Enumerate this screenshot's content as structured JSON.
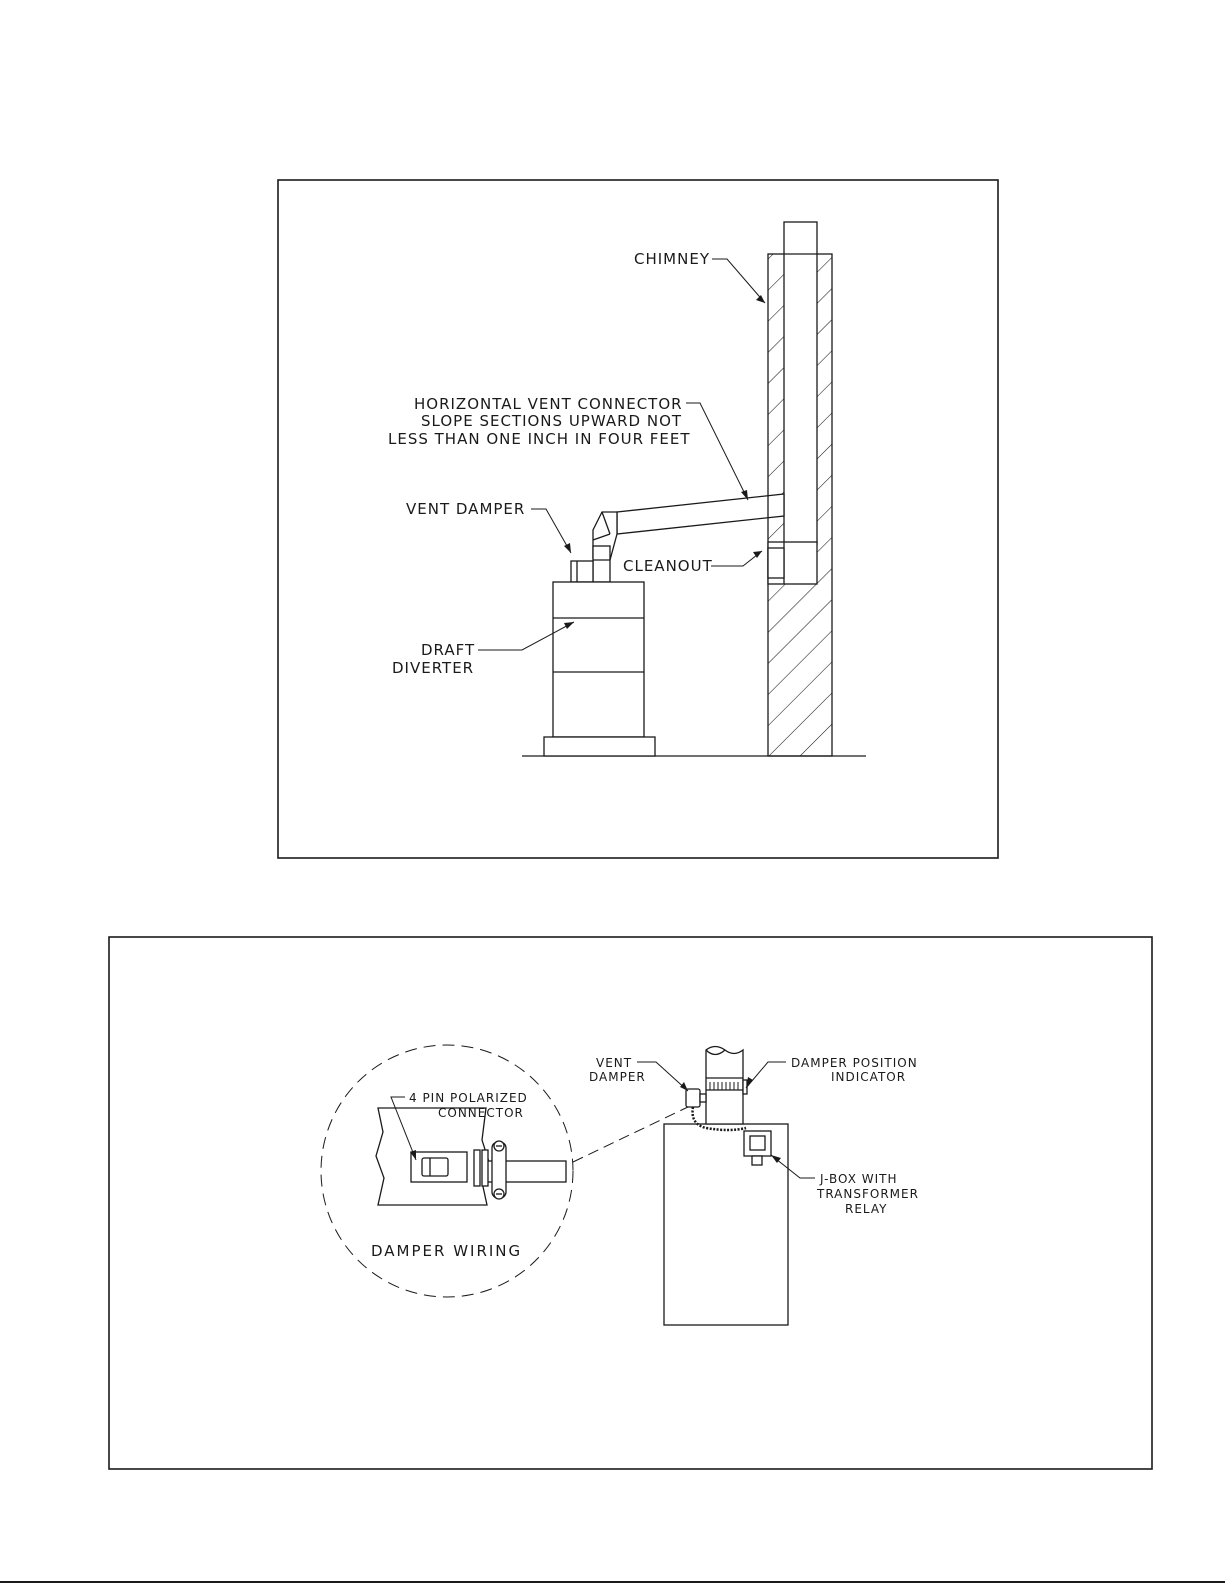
{
  "figure1": {
    "labels": {
      "chimney": "CHIMNEY",
      "connector_line1": "HORIZONTAL VENT CONNECTOR",
      "connector_line2": "SLOPE SECTIONS UPWARD NOT",
      "connector_line3": "LESS THAN ONE INCH IN FOUR FEET",
      "vent_damper": "VENT DAMPER",
      "cleanout": "CLEANOUT",
      "draft_line1": "DRAFT",
      "draft_line2": "DIVERTER"
    }
  },
  "figure2": {
    "labels": {
      "connector_line1": "4 PIN POLARIZED",
      "connector_line2": "CONNECTOR",
      "damper_wiring": "DAMPER WIRING",
      "vent_line1": "VENT",
      "vent_line2": "DAMPER",
      "position_line1": "DAMPER POSITION",
      "position_line2": "INDICATOR",
      "jbox_line1": "J-BOX WITH",
      "jbox_line2": "TRANSFORMER",
      "jbox_line3": "RELAY"
    }
  }
}
